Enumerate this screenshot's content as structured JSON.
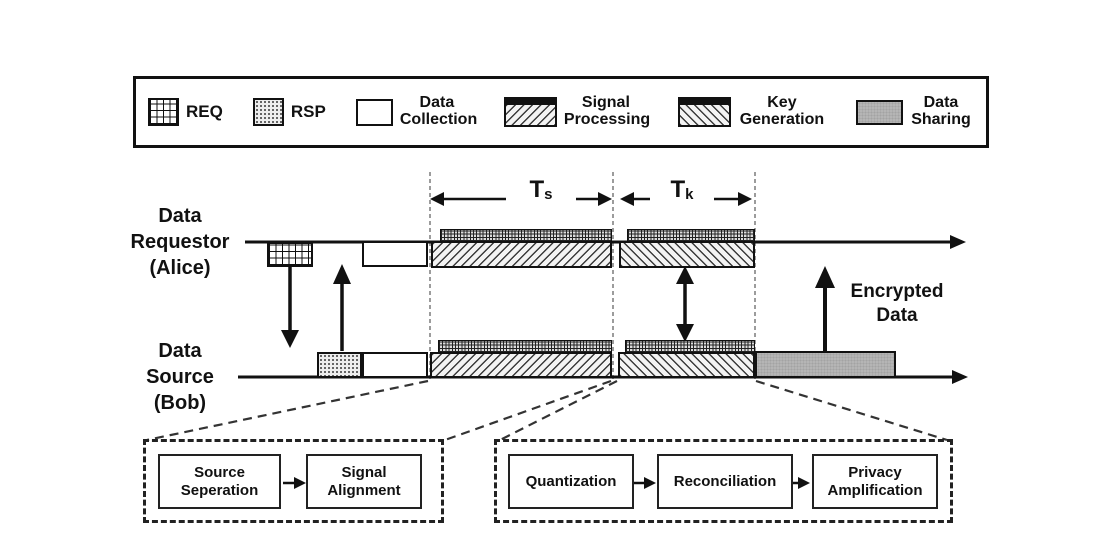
{
  "colors": {
    "ink": "#111111",
    "data_sharing_gray": "#b5b5b5"
  },
  "legend": {
    "items": [
      {
        "label": "REQ"
      },
      {
        "label": "RSP"
      },
      {
        "label": "Data Collection"
      },
      {
        "label": "Signal Processing"
      },
      {
        "label": "Key Generation"
      },
      {
        "label": "Data Sharing"
      }
    ]
  },
  "timeline": {
    "alice_label": "Data Requestor (Alice)",
    "bob_label": "Data Source (Bob)",
    "ts": {
      "main": "T",
      "sub": "s"
    },
    "tk": {
      "main": "T",
      "sub": "k"
    },
    "encrypted_label": "Encrypted Data"
  },
  "flows": {
    "signal_processing_steps": [
      "Source Seperation",
      "Signal Alignment"
    ],
    "key_generation_steps": [
      "Quantization",
      "Reconciliation",
      "Privacy Amplification"
    ]
  }
}
